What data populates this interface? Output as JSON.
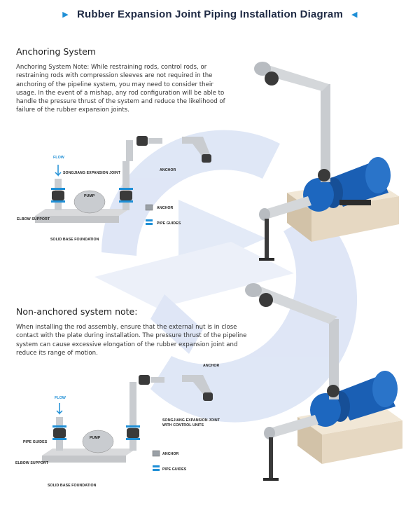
{
  "title": "Rubber Expansion Joint Piping Installation Diagram",
  "section1": {
    "heading": "Anchoring System",
    "text": "Anchoring System Note: While restraining rods, control rods, or restraining rods with compression sleeves are not required in the anchoring of the pipeline system, you may need to consider their usage. In the event of a mishap, any rod configuration will be able to handle the pressure thrust of the system and reduce the likelihood of failure of the rubber expansion joints.",
    "labels": {
      "flow": "FLOW",
      "expansion_joint": "SONGJIANG EXPANSION JOINT",
      "pump": "PUMP",
      "anchor_top": "ANCHOR",
      "anchor_legend": "ANCHOR",
      "pipe_guides_legend": "PIPE GUIDES",
      "elbow_support": "ELBOW SUPPORT",
      "solid_base": "SOLID BASE FOUNDATION"
    }
  },
  "section2": {
    "heading": "Non-anchored system note:",
    "text": "When installing the rod assembly, ensure that the external nut is in close contact with the plate during installation. The pressure thrust of the pipeline system can cause excessive elongation of the rubber expansion joint and reduce its range of motion.",
    "labels": {
      "flow": "FLOW",
      "anchor_top": "ANCHOR",
      "expansion_joint_line1": "SONGJIANG EXPANSION JOINT",
      "expansion_joint_line2": "WITH CONTROL UNITS",
      "pump": "PUMP",
      "pipe_guides_left": "PIPE GUIDES",
      "elbow_support": "ELBOW SUPPORT",
      "anchor_legend": "ANCHOR",
      "pipe_guides_legend": "PIPE GUIDES",
      "solid_base": "SOLID BASE FOUNDATION"
    }
  },
  "colors": {
    "accent": "#1f8fd6",
    "pump_blue": "#1a5fb4",
    "watermark": "#d5dff2",
    "pipe": "#c9ccd0"
  }
}
